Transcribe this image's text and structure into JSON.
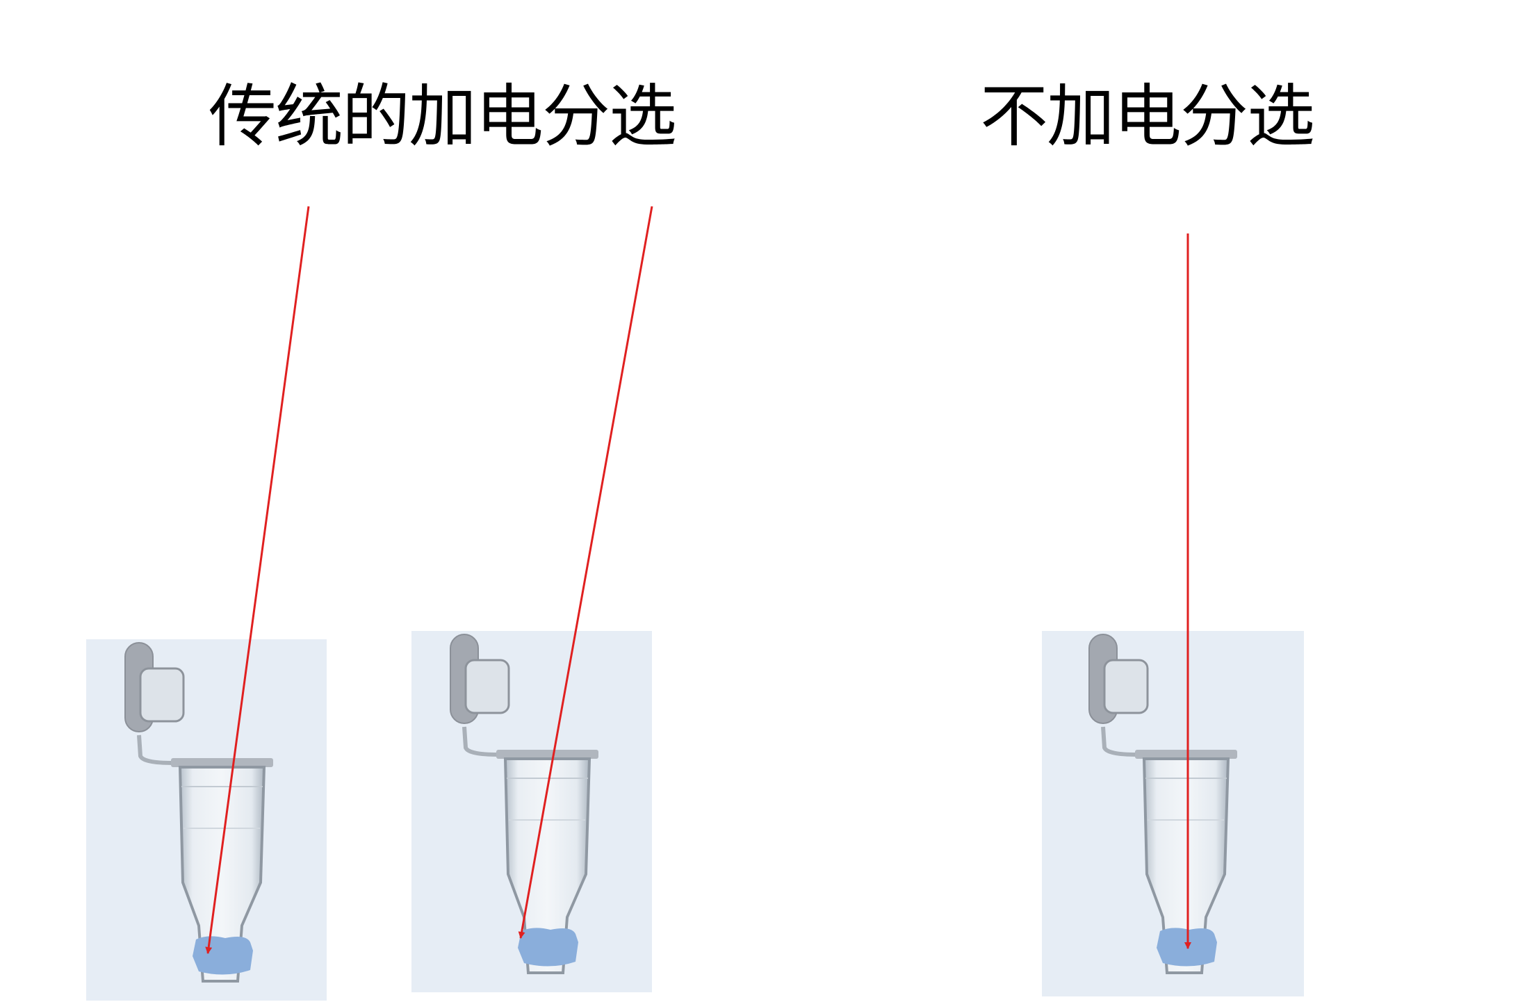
{
  "titles": {
    "traditional": "传统的加电分选",
    "no_charge": "不加电分选"
  },
  "colors": {
    "arrow": "#e02020",
    "panel": "#e6edf5",
    "sample": "#8aaedb"
  },
  "tubes": [
    {
      "group": "traditional",
      "icon": "microcentrifuge-tube-icon"
    },
    {
      "group": "traditional",
      "icon": "microcentrifuge-tube-icon"
    },
    {
      "group": "no_charge",
      "icon": "microcentrifuge-tube-icon"
    }
  ]
}
